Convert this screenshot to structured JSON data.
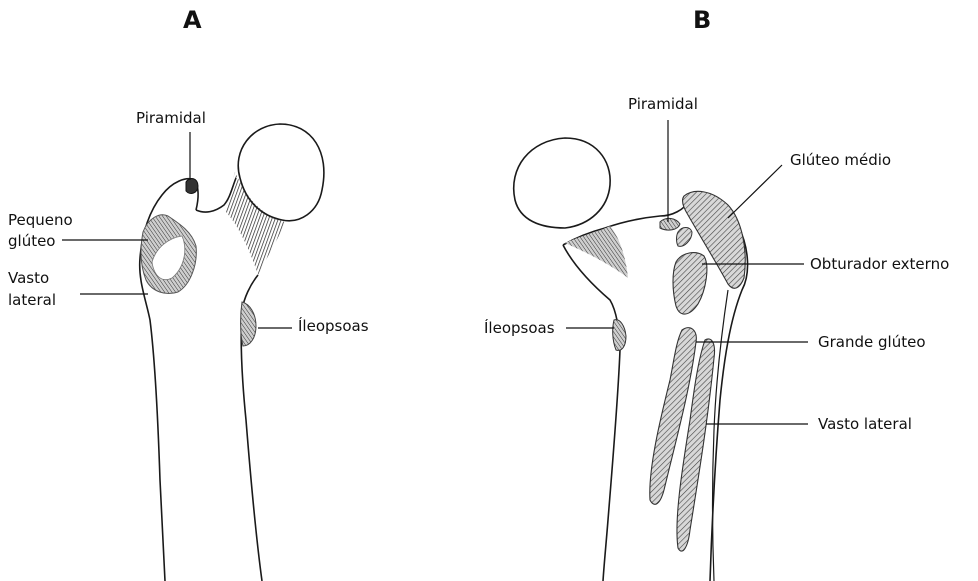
{
  "panels": {
    "a": {
      "letter": "A",
      "labels": {
        "piramidal": "Piramidal",
        "pequeno_gluteo_1": "Pequeno",
        "pequeno_gluteo_2": "glúteo",
        "vasto_lateral_1": "Vasto",
        "vasto_lateral_2": "lateral",
        "ileopsoas": "Íleopsoas"
      }
    },
    "b": {
      "letter": "B",
      "labels": {
        "piramidal": "Piramidal",
        "gluteo_medio": "Glúteo médio",
        "obturador_externo": "Obturador externo",
        "ileopsoas": "Íleopsoas",
        "grande_gluteo": "Grande glúteo",
        "vasto_lateral": "Vasto lateral"
      }
    }
  },
  "colors": {
    "line": "#1a1a1a",
    "hatch": "#555555",
    "background": "#ffffff"
  }
}
